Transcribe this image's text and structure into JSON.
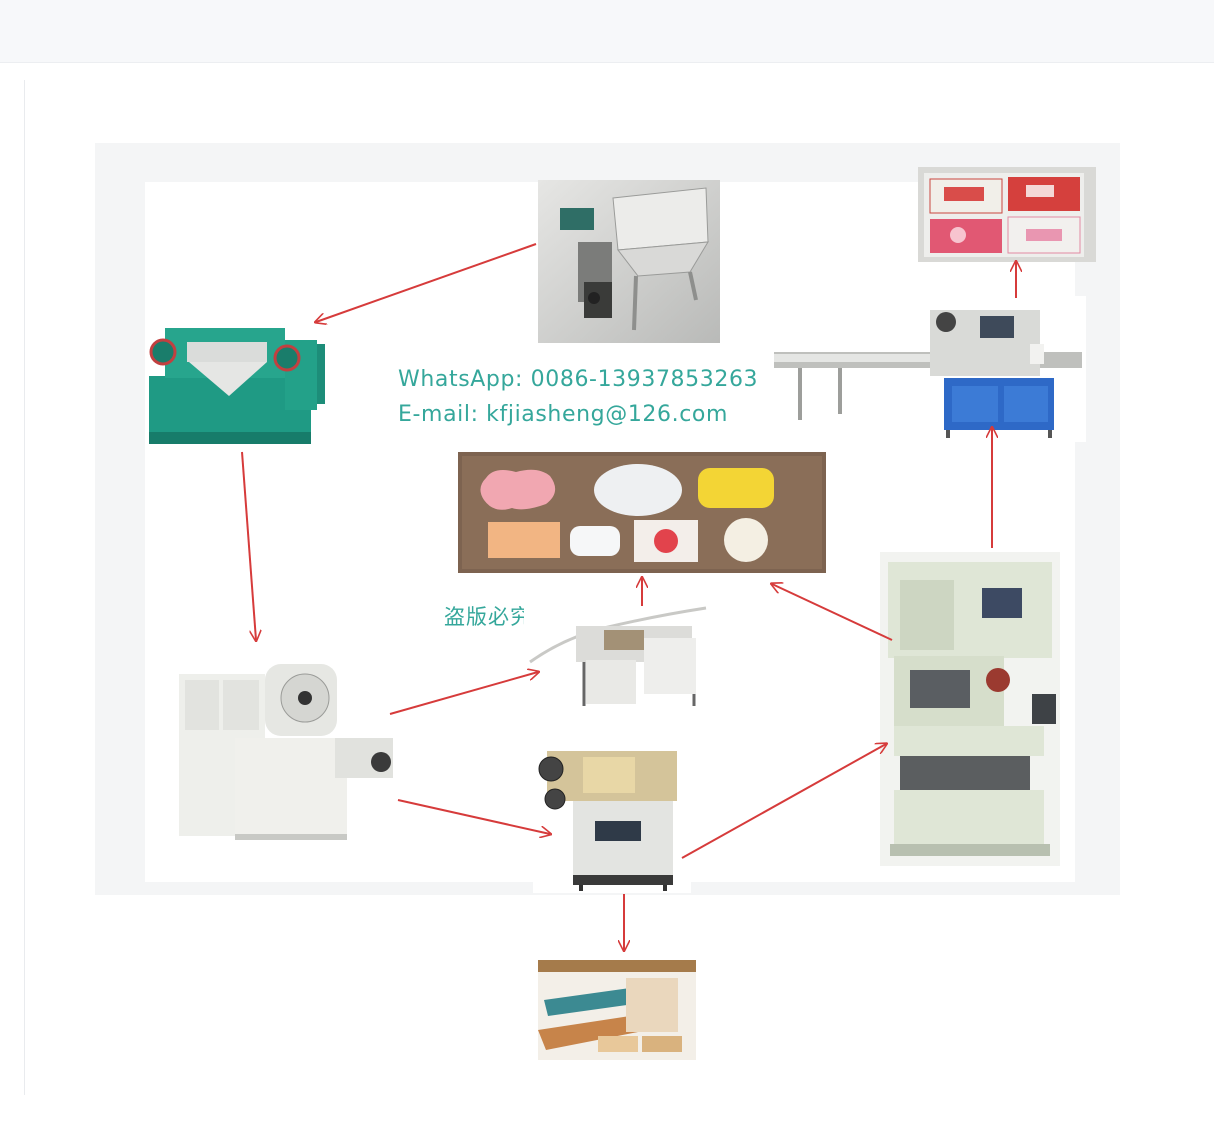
{
  "contact": {
    "whatsapp": "WhatsApp: 0086-13937853263",
    "email": "E-mail: kfjiasheng@126.com"
  },
  "watermark": "盗版必究",
  "colors": {
    "text_accent": "#35a79b",
    "arrow": "#d63b3b",
    "machine_green": "#1f9a84",
    "machine_white": "#eeefeb",
    "machine_pale_green": "#dfe6d6"
  },
  "products": {
    "soap_samples": [
      "pink oval soap",
      "white oval soap",
      "yellow soap",
      "wrapped orange soap",
      "white soap",
      "rose soap",
      "flower soap"
    ],
    "packaged_soaps": [
      "packaged soap 1",
      "packaged soap 2",
      "packaged soap 3",
      "packaged soap 4"
    ]
  }
}
